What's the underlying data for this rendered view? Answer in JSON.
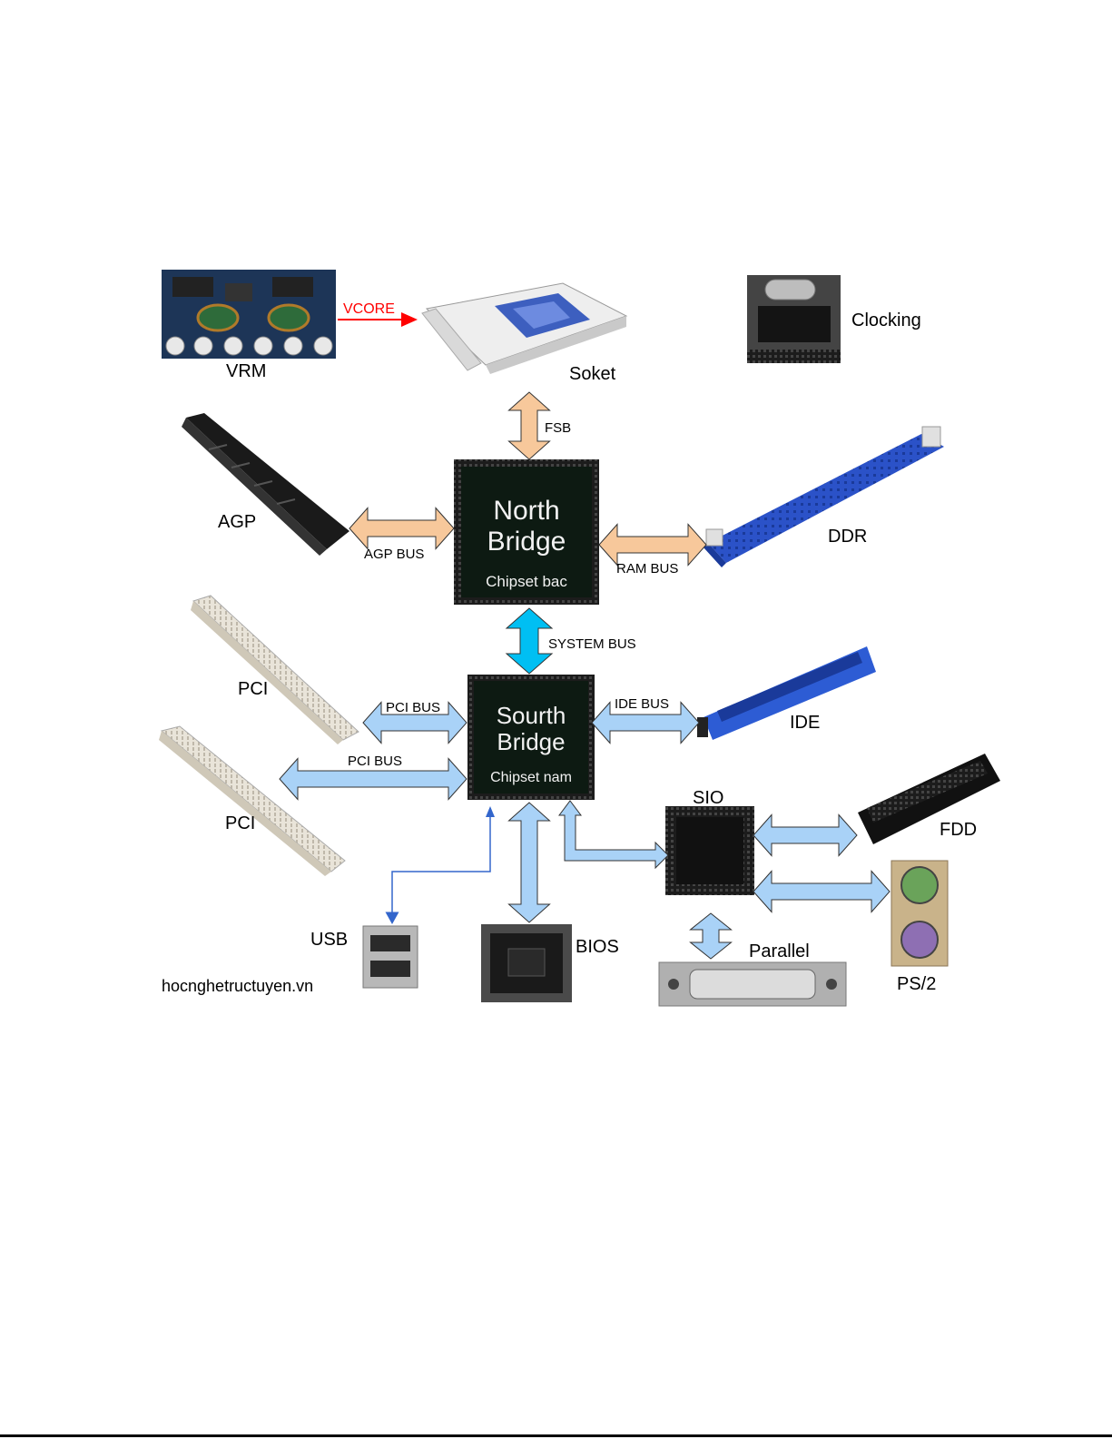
{
  "diagram": {
    "components": {
      "vrm": "VRM",
      "socket": "Soket",
      "clocking": "Clocking",
      "agp": "AGP",
      "ddr": "DDR",
      "pci_top": "PCI",
      "pci_bottom": "PCI",
      "ide": "IDE",
      "sio": "SIO",
      "fdd": "FDD",
      "usb": "USB",
      "bios": "BIOS",
      "parallel": "Parallel",
      "ps2": "PS/2"
    },
    "north_bridge": {
      "title_line1": "North",
      "title_line2": "Bridge",
      "subtitle": "Chipset bac"
    },
    "south_bridge": {
      "title_line1": "Sourth",
      "title_line2": "Bridge",
      "subtitle": "Chipset nam"
    },
    "buses": {
      "vcore": "VCORE",
      "fsb": "FSB",
      "agp_bus": "AGP BUS",
      "ram_bus": "RAM BUS",
      "system_bus": "SYSTEM BUS",
      "pci_bus_1": "PCI BUS",
      "pci_bus_2": "PCI BUS",
      "ide_bus": "IDE BUS"
    },
    "watermark": "hocnghetructuyen.vn",
    "colors": {
      "north_bus": "#f7c89b",
      "system_bus": "#00bff3",
      "south_bus": "#a9d2f7",
      "arrow_outline": "#333333",
      "vcore": "#ff0000",
      "usb_line": "#3366cc"
    }
  }
}
